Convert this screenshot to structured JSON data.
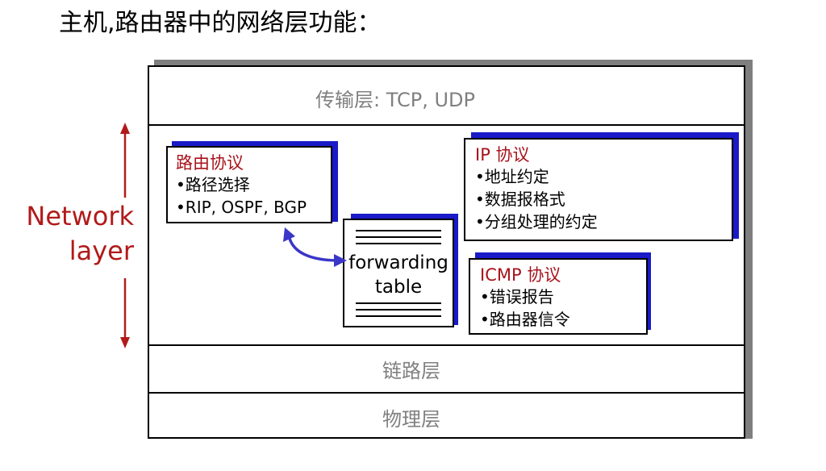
{
  "title": "主机,路由器中的网络层功能：",
  "side_label": {
    "line1": "Network",
    "line2": "layer"
  },
  "transport_layer": "传输层: TCP, UDP",
  "link_layer": "链路层",
  "physical_layer": "物理层",
  "routing_box": {
    "title": "路由协议",
    "items": [
      "•路径选择",
      "•RIP, OSPF, BGP"
    ]
  },
  "ip_box": {
    "title": "IP 协议",
    "items": [
      "•地址约定",
      "•数据报格式",
      "•分组处理的约定"
    ]
  },
  "icmp_box": {
    "title": "ICMP 协议",
    "items": [
      "•错误报告",
      "•路由器信令"
    ]
  },
  "forwarding": {
    "line1": "forwarding",
    "line2": "table"
  },
  "colors": {
    "accent_red": "#a8121a",
    "shadow_blue": "#1a1ac8",
    "arrow_blue": "#3a36c8",
    "layer_gray": "#808080"
  }
}
